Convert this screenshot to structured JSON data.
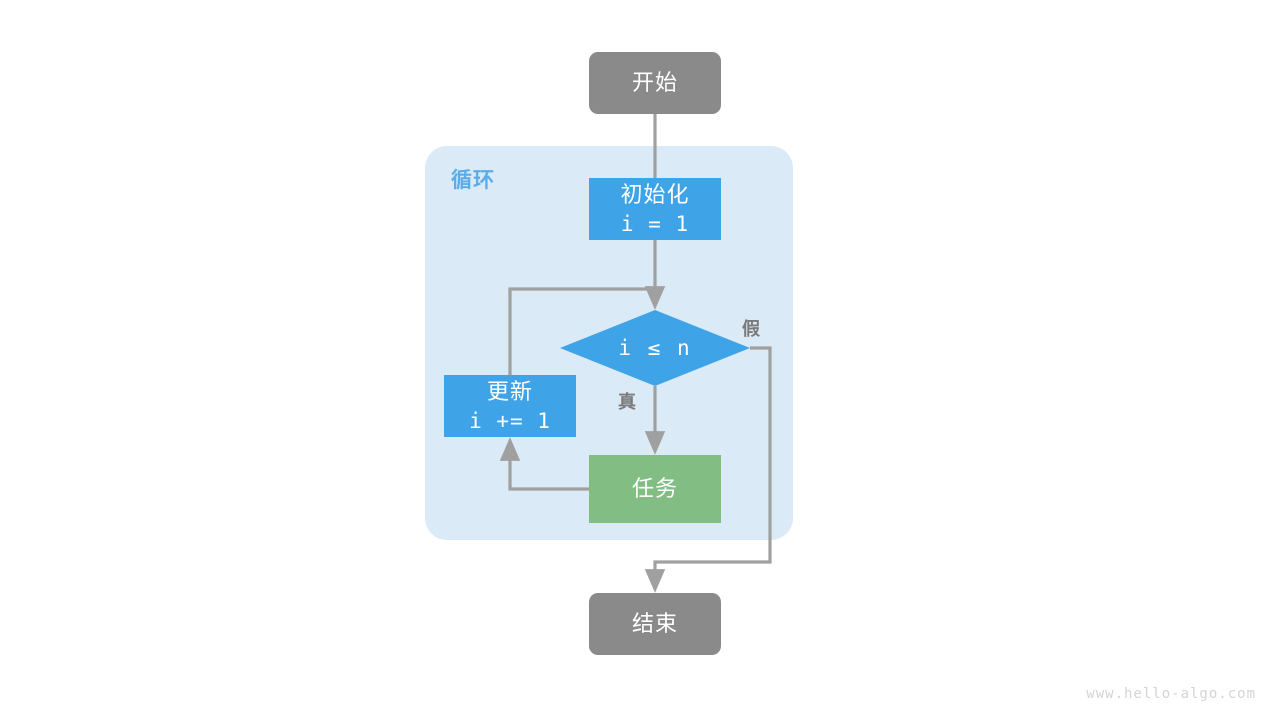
{
  "diagram": {
    "title": "for-loop-flowchart",
    "background": "#ffffff",
    "colors": {
      "terminal": "#8a8a8a",
      "process": "#3fa3e8",
      "task": "#82bd84",
      "container": "#daeaf7",
      "container_label": "#5badea",
      "edge": "#a0a0a0",
      "edge_label": "#7b7b7b",
      "node_text": "#ffffff",
      "watermark": "#d4d4d4"
    },
    "container": {
      "label": "循环"
    },
    "nodes": {
      "start": {
        "label": "开始",
        "shape": "rounded-rect",
        "color": "#8a8a8a"
      },
      "init": {
        "line1": "初始化",
        "line2": "i = 1",
        "shape": "rect",
        "color": "#3fa3e8"
      },
      "decision": {
        "label": "i ≤ n",
        "shape": "diamond",
        "color": "#3fa3e8"
      },
      "update": {
        "line1": "更新",
        "line2": "i += 1",
        "shape": "rect",
        "color": "#3fa3e8"
      },
      "task": {
        "label": "任务",
        "shape": "rect",
        "color": "#82bd84"
      },
      "end": {
        "label": "结束",
        "shape": "rounded-rect",
        "color": "#8a8a8a"
      }
    },
    "edge_labels": {
      "true": "真",
      "false": "假"
    },
    "watermark": "www.hello-algo.com"
  }
}
